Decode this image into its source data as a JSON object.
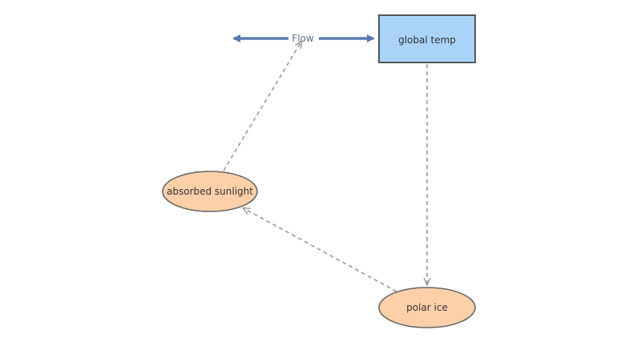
{
  "diagram": {
    "flow": {
      "label": "Flow",
      "color": "#5b7ab0"
    },
    "stock": {
      "label": "global temp",
      "fill": "#a9d4f7",
      "stroke": "#555555"
    },
    "variables": [
      {
        "id": "absorbed-sunlight",
        "label": "absorbed sunlight",
        "fill": "#fdd0aa",
        "stroke": "#666666"
      },
      {
        "id": "polar-ice",
        "label": "polar ice",
        "fill": "#fdd0aa",
        "stroke": "#666666"
      }
    ],
    "links": [
      {
        "from": "global temp",
        "to": "polar ice"
      },
      {
        "from": "polar ice",
        "to": "absorbed sunlight"
      },
      {
        "from": "absorbed sunlight",
        "to": "Flow"
      }
    ],
    "link_color": "#999999"
  }
}
